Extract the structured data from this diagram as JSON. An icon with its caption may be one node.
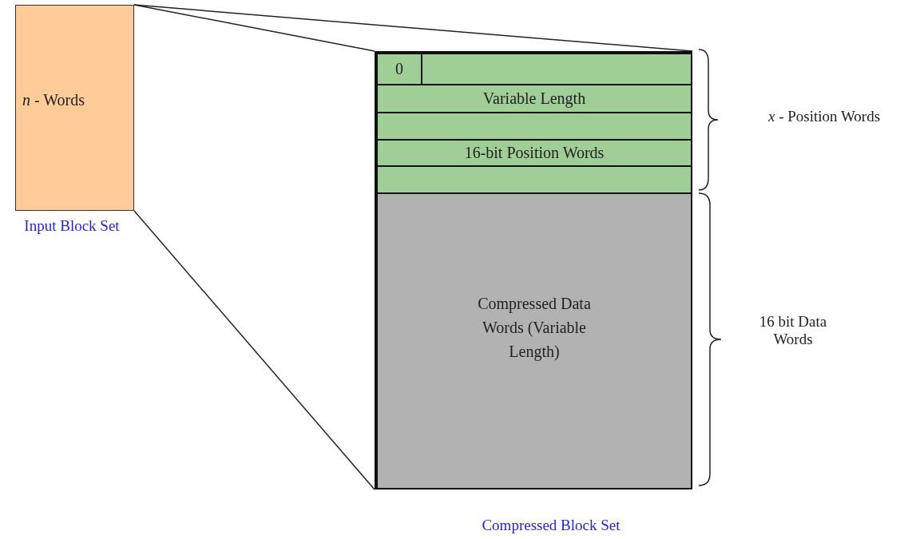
{
  "diagram": {
    "nodes": [
      {
        "text": [
          "*n* - Words"
        ],
        "beside": [
          "Input Block Set"
        ]
      },
      {
        "text": [],
        "shape": "box",
        "beside": [
          "Compressed Block Set"
        ]
      },
      {
        "text": [
          "0"
        ],
        "in": 1
      },
      {
        "text": [],
        "shape": "box",
        "in": 1
      },
      {
        "text": [
          "Variable Length"
        ],
        "in": 1
      },
      {
        "text": [],
        "shape": "box",
        "in": 1
      },
      {
        "text": [
          "16-bit Position Words"
        ],
        "in": 1
      },
      {
        "text": [],
        "shape": "box",
        "in": 1
      },
      {
        "text": [
          "Compressed Data Words (Variable Length)"
        ],
        "in": 1
      }
    ],
    "edges": [
      {
        "from": 0,
        "to": 1,
        "arrow": "none"
      },
      {
        "from": 0,
        "to": 1,
        "arrow": "none"
      },
      {
        "from": 0,
        "to": 1,
        "arrow": "none"
      }
    ],
    "labels": [
      "*x* - Position Words",
      "16 bit Data Words"
    ]
  }
}
